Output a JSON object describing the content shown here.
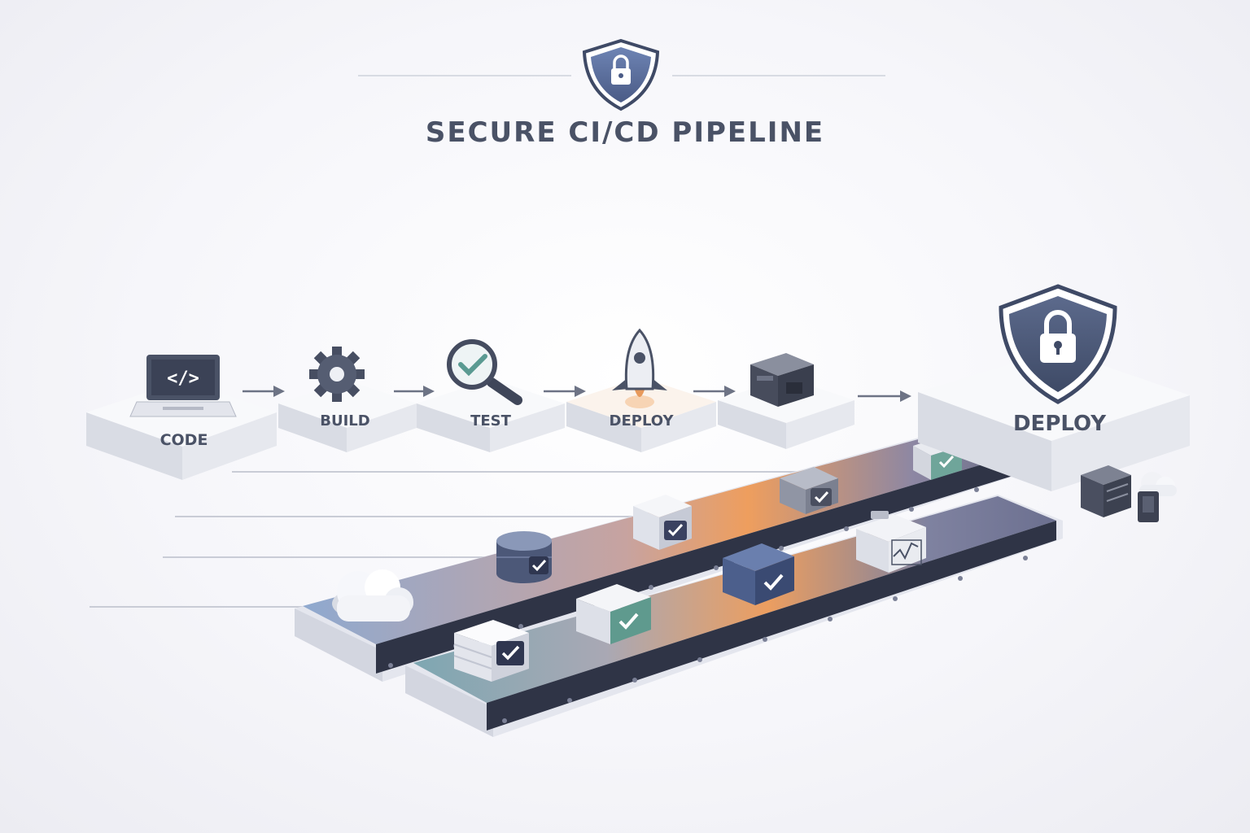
{
  "title": "SECURE CI/CD PIPELINE",
  "stages": [
    {
      "label": "CODE",
      "icon": "laptop-code-icon"
    },
    {
      "label": "BUILD",
      "icon": "gear-icon"
    },
    {
      "label": "TEST",
      "icon": "magnifier-check-icon"
    },
    {
      "label": "DEPLOY",
      "icon": "rocket-icon"
    },
    {
      "label": "",
      "icon": "server-box-icon"
    }
  ],
  "final_stage": {
    "label": "DEPLOY",
    "icon": "shield-lock-icon"
  },
  "colors": {
    "text": "#4a5266",
    "shield": "#4a5673",
    "accent_teal": "#5a9a92",
    "accent_orange": "#e89a5c",
    "accent_blue": "#7e9cc4"
  }
}
